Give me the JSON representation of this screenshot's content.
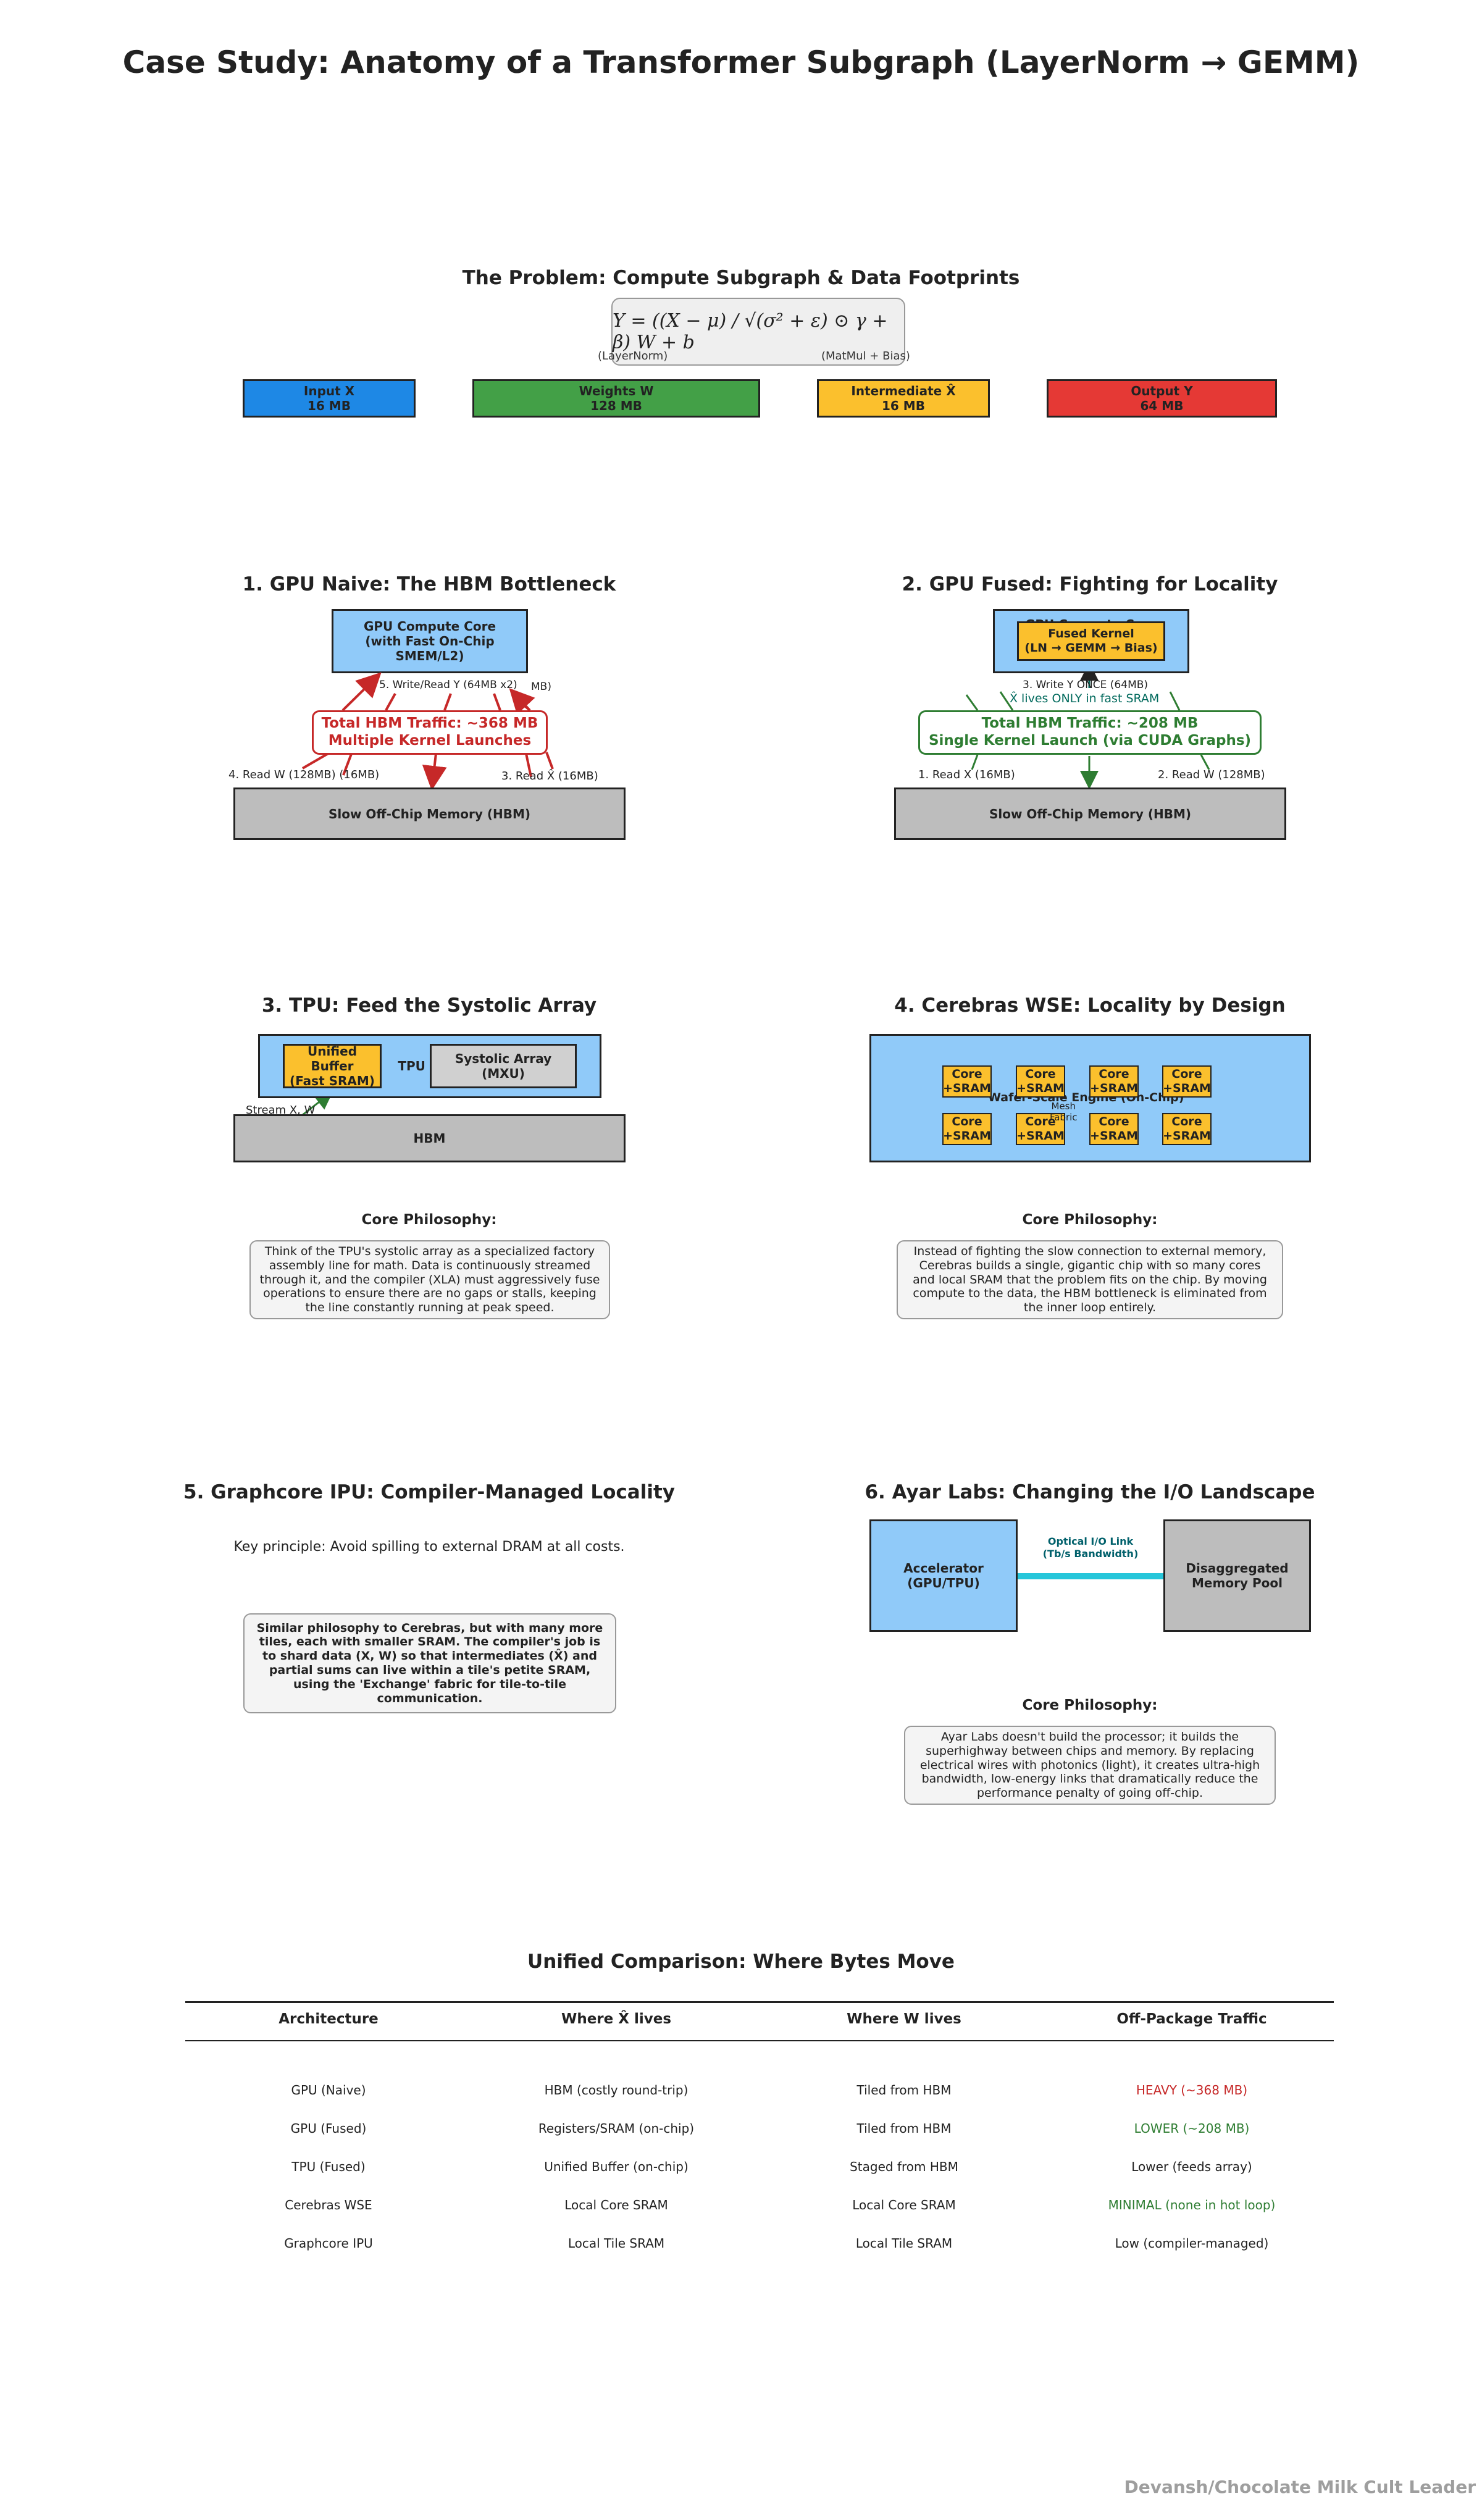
{
  "title": "Case Study: Anatomy of a Transformer Subgraph (LayerNorm → GEMM)",
  "problem": {
    "heading": "The Problem: Compute Subgraph & Data Footprints",
    "formula": "Y = ((X − μ) / √(σ² + ε) ⊙ γ + β) W + b",
    "layernorm_label": "(LayerNorm)",
    "matmul_label": "(MatMul + Bias)",
    "tensors": [
      {
        "name": "Input X",
        "size": "16 MB",
        "color": "#1e88e5"
      },
      {
        "name": "Weights W",
        "size": "128 MB",
        "color": "#43a047"
      },
      {
        "name": "Intermediate X̂",
        "size": "16 MB",
        "color": "#fbc02d"
      },
      {
        "name": "Output Y",
        "size": "64 MB",
        "color": "#e53935"
      }
    ]
  },
  "gpu_naive": {
    "heading": "1. GPU Naive: The HBM Bottleneck",
    "core": "GPU Compute Core\n(with Fast On-Chip SMEM/L2)",
    "traffic": "Total HBM Traffic: ~368 MB\nMultiple Kernel Launches",
    "memory": "Slow Off-Chip Memory (HBM)",
    "label_write_y": "5. Write/Read Y (64MB x2)",
    "label_mb": "MB)",
    "label_read_w": "4. Read W (128MB) (16MB)",
    "label_read_xhat": "3. Read X̂ (16MB)"
  },
  "gpu_fused": {
    "heading": "2. GPU Fused: Fighting for Locality",
    "core": "GPU Compute Core",
    "kernel": "Fused Kernel\n(LN → GEMM → Bias)",
    "write_y": "3. Write Y ONCE (64MB)",
    "xhat_note": "X̂ lives ONLY in fast SRAM",
    "traffic": "Total HBM Traffic: ~208 MB\nSingle Kernel Launch (via CUDA Graphs)",
    "memory": "Slow Off-Chip Memory (HBM)",
    "read_x": "1. Read X (16MB)",
    "read_w": "2. Read W (128MB)"
  },
  "tpu": {
    "heading": "3. TPU: Feed the Systolic Array",
    "buffer": "Unified Buffer\n(Fast SRAM)",
    "core_label": "TPU Core",
    "mxu": "Systolic Array (MXU)",
    "stream": "Stream X, W",
    "hbm": "HBM",
    "philosophy_title": "Core Philosophy:",
    "philosophy": "Think of the TPU's systolic array as a specialized factory assembly line for math. Data is continuously streamed through it, and the compiler (XLA) must aggressively fuse operations to ensure there are no gaps or stalls, keeping the line constantly running at peak speed."
  },
  "cerebras": {
    "heading": "4. Cerebras WSE: Locality by Design",
    "engine": "Wafer-Scale Engine (On-Chip)",
    "core_label": "Core\n+SRAM",
    "mesh": "Mesh\nFabric",
    "philosophy_title": "Core Philosophy:",
    "philosophy": "Instead of fighting the slow connection to external memory, Cerebras builds a single, gigantic chip with so many cores and local SRAM that the problem fits on the chip. By moving compute to the data, the HBM bottleneck is eliminated from the inner loop entirely."
  },
  "graphcore": {
    "heading": "5. Graphcore IPU: Compiler-Managed Locality",
    "principle": "Key principle: Avoid spilling to external DRAM at all costs.",
    "note": "Similar philosophy to Cerebras, but with many more tiles, each with smaller SRAM. The compiler's job is to shard data (X, W) so that intermediates (X̂) and partial sums can live within a tile's petite SRAM, using the 'Exchange' fabric for tile-to-tile communication."
  },
  "ayar": {
    "heading": "6. Ayar Labs: Changing the I/O Landscape",
    "accelerator": "Accelerator\n(GPU/TPU)",
    "link": "Optical I/O Link\n(Tb/s Bandwidth)",
    "memory_pool": "Disaggregated\nMemory Pool",
    "philosophy_title": "Core Philosophy:",
    "philosophy": "Ayar Labs doesn't build the processor; it builds the superhighway between chips and memory. By replacing electrical wires with photonics (light), it creates ultra-high bandwidth, low-energy links that dramatically reduce the performance penalty of going off-chip."
  },
  "comparison": {
    "heading": "Unified Comparison: Where Bytes Move",
    "headers": [
      "Architecture",
      "Where X̂ lives",
      "Where W lives",
      "Off-Package Traffic"
    ],
    "rows": [
      [
        "GPU (Naive)",
        "HBM (costly round-trip)",
        "Tiled from HBM",
        "HEAVY (~368 MB)"
      ],
      [
        "GPU (Fused)",
        "Registers/SRAM (on-chip)",
        "Tiled from HBM",
        "LOWER (~208 MB)"
      ],
      [
        "TPU (Fused)",
        "Unified Buffer (on-chip)",
        "Staged from HBM",
        "Lower (feeds array)"
      ],
      [
        "Cerebras WSE",
        "Local Core SRAM",
        "Local Core SRAM",
        "MINIMAL (none in hot loop)"
      ],
      [
        "Graphcore IPU",
        "Local Tile SRAM",
        "Local Tile SRAM",
        "Low (compiler-managed)"
      ]
    ],
    "traffic_colors": [
      "#c62828",
      "#2e7d32",
      "#222222",
      "#2e7d32",
      "#222222"
    ]
  },
  "watermark": "Devansh/Chocolate Milk Cult Leader"
}
